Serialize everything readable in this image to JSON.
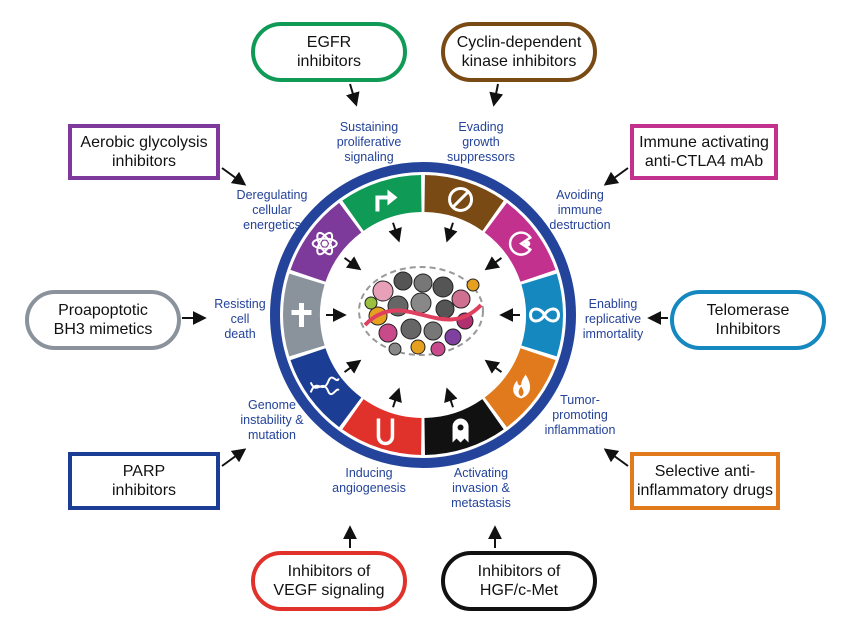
{
  "hallmarks": [
    {
      "id": "proliferation",
      "label": "Sustaining\nproliferative\nsignaling",
      "color": "#0f9a55",
      "icon": "arrow-icon"
    },
    {
      "id": "growth-suppressors",
      "label": "Evading\ngrowth\nsuppressors",
      "color": "#7a4a14",
      "icon": "no-entry-icon"
    },
    {
      "id": "immune",
      "label": "Avoiding\nimmune\ndestruction",
      "color": "#c2318e",
      "icon": "pacman-cell-icon"
    },
    {
      "id": "immortality",
      "label": "Enabling\nreplicative\nimmortality",
      "color": "#1688c0",
      "icon": "infinity-icon"
    },
    {
      "id": "inflammation",
      "label": "Tumor-\npromoting\ninflammation",
      "color": "#e07a1c",
      "icon": "flame-icon"
    },
    {
      "id": "invasion",
      "label": "Activating\ninvasion &\nmetastasis",
      "color": "#111111",
      "icon": "ghost-cell-icon"
    },
    {
      "id": "angiogenesis",
      "label": "Inducing\nangiogenesis",
      "color": "#e0312b",
      "icon": "vessel-icon"
    },
    {
      "id": "genome",
      "label": "Genome\ninstability &\nmutation",
      "color": "#1c3d94",
      "icon": "dna-icon"
    },
    {
      "id": "cell-death",
      "label": "Resisting\ncell\ndeath",
      "color": "#8a939b",
      "icon": "cross-icon"
    },
    {
      "id": "energetics",
      "label": "Deregulating\ncellular\nenergetics",
      "color": "#7d3a9a",
      "icon": "atom-icon"
    }
  ],
  "therapies": [
    {
      "id": "egfr",
      "label": "EGFR\ninhibitors",
      "color": "#0f9a55",
      "shape": "rounded"
    },
    {
      "id": "cdk",
      "label": "Cyclin-dependent\nkinase inhibitors",
      "color": "#7a4a14",
      "shape": "rounded"
    },
    {
      "id": "ctla4",
      "label": "Immune activating\nanti-CTLA4 mAb",
      "color": "#c2318e",
      "shape": "square"
    },
    {
      "id": "telomerase",
      "label": "Telomerase\nInhibitors",
      "color": "#1688c0",
      "shape": "rounded"
    },
    {
      "id": "anti-inflammatory",
      "label": "Selective anti-\ninflammatory drugs",
      "color": "#e07a1c",
      "shape": "square"
    },
    {
      "id": "hgf",
      "label": "Inhibitors of\nHGF/c-Met",
      "color": "#111111",
      "shape": "rounded"
    },
    {
      "id": "vegf",
      "label": "Inhibitors of\nVEGF signaling",
      "color": "#e0312b",
      "shape": "rounded"
    },
    {
      "id": "parp",
      "label": "PARP\ninhibitors",
      "color": "#1c3d94",
      "shape": "square"
    },
    {
      "id": "bh3",
      "label": "Proapoptotic\nBH3 mimetics",
      "color": "#8a939b",
      "shape": "rounded"
    },
    {
      "id": "glycolysis",
      "label": "Aerobic glycolysis\ninhibitors",
      "color": "#7d3a9a",
      "shape": "square"
    }
  ],
  "ring_color": "#24439a"
}
